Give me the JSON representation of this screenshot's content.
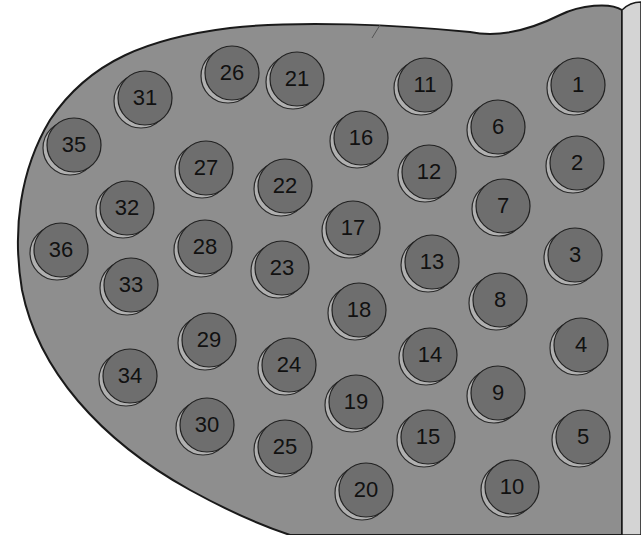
{
  "diagram": {
    "nodes": [
      {
        "text": [
          "1"
        ]
      },
      {
        "text": [
          "2"
        ]
      },
      {
        "text": [
          "3"
        ]
      },
      {
        "text": [
          "4"
        ]
      },
      {
        "text": [
          "5"
        ]
      },
      {
        "text": [
          "6"
        ]
      },
      {
        "text": [
          "7"
        ]
      },
      {
        "text": [
          "8"
        ]
      },
      {
        "text": [
          "9"
        ]
      },
      {
        "text": [
          "10"
        ]
      },
      {
        "text": [
          "11"
        ]
      },
      {
        "text": [
          "12"
        ]
      },
      {
        "text": [
          "13"
        ]
      },
      {
        "text": [
          "14"
        ]
      },
      {
        "text": [
          "15"
        ]
      },
      {
        "text": [
          "16"
        ]
      },
      {
        "text": [
          "17"
        ]
      },
      {
        "text": [
          "18"
        ]
      },
      {
        "text": [
          "19"
        ]
      },
      {
        "text": [
          "20"
        ]
      },
      {
        "text": [
          "21"
        ]
      },
      {
        "text": [
          "22"
        ]
      },
      {
        "text": [
          "23"
        ]
      },
      {
        "text": [
          "24"
        ]
      },
      {
        "text": [
          "25"
        ]
      },
      {
        "text": [
          "26"
        ]
      },
      {
        "text": [
          "27"
        ]
      },
      {
        "text": [
          "28"
        ]
      },
      {
        "text": [
          "29"
        ]
      },
      {
        "text": [
          "30"
        ]
      },
      {
        "text": [
          "31"
        ]
      },
      {
        "text": [
          "32"
        ]
      },
      {
        "text": [
          "33"
        ]
      },
      {
        "text": [
          "34"
        ]
      },
      {
        "text": [
          "35"
        ]
      },
      {
        "text": [
          "36"
        ]
      }
    ]
  }
}
